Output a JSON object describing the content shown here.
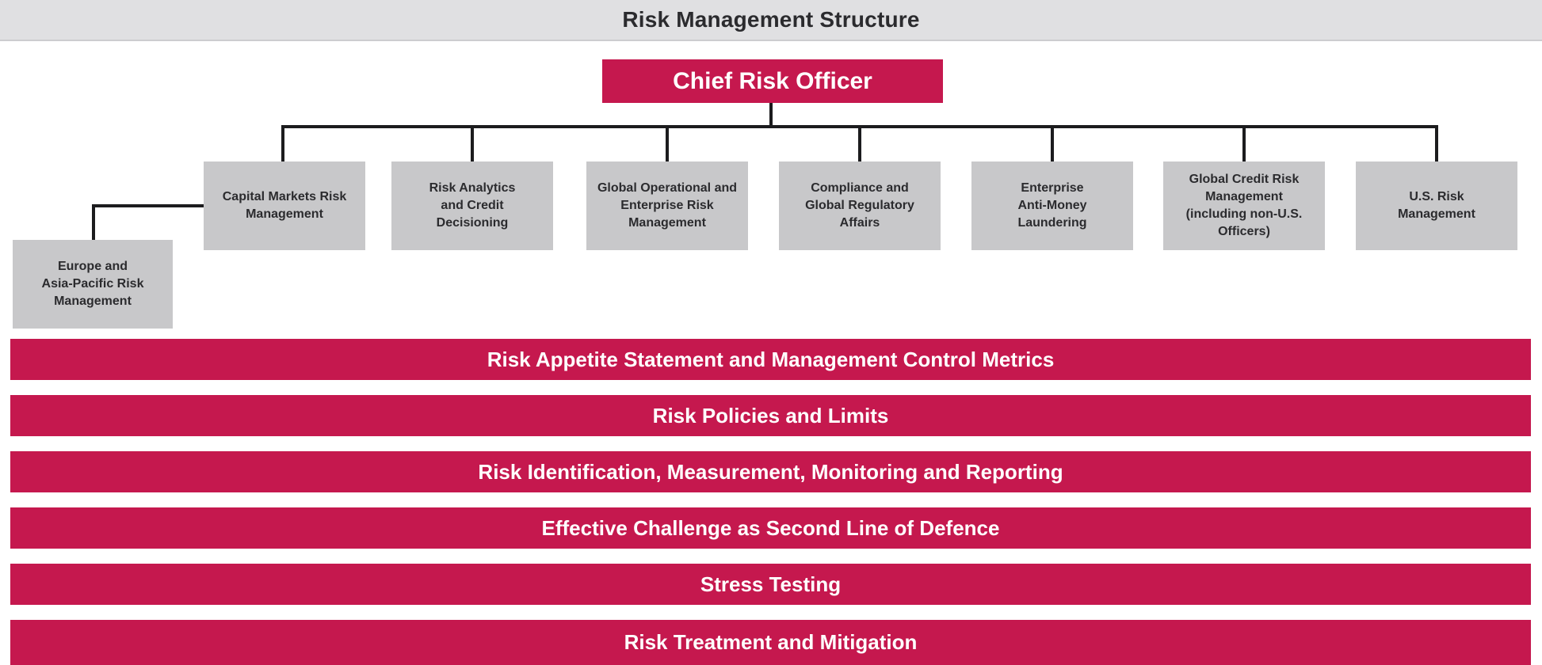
{
  "header": {
    "title": "Risk Management Structure"
  },
  "org_chart": {
    "root": {
      "label": "Chief Risk Officer"
    },
    "departments": [
      {
        "label": "Capital Markets Risk\nManagement"
      },
      {
        "label": "Risk Analytics\nand Credit\nDecisioning"
      },
      {
        "label": "Global Operational and\nEnterprise Risk\nManagement"
      },
      {
        "label": "Compliance and\nGlobal Regulatory\nAffairs"
      },
      {
        "label": "Enterprise\nAnti-Money\nLaundering"
      },
      {
        "label": "Global Credit Risk\nManagement\n(including non-U.S.\nOfficers)"
      },
      {
        "label": "U.S. Risk\nManagement"
      }
    ],
    "sub_department": {
      "label": "Europe and\nAsia-Pacific Risk\nManagement",
      "reports_to": "Capital Markets Risk Management"
    }
  },
  "process_bands": [
    {
      "label": "Risk Appetite Statement and Management Control Metrics"
    },
    {
      "label": "Risk Policies and Limits"
    },
    {
      "label": "Risk Identification, Measurement, Monitoring and Reporting"
    },
    {
      "label": "Effective Challenge as Second Line of Defence"
    },
    {
      "label": "Stress Testing"
    },
    {
      "label": "Risk Treatment and Mitigation"
    }
  ],
  "colors": {
    "accent_red": "#C5184E",
    "box_gray": "#C8C8CA",
    "header_gray": "#E0E0E2",
    "connector_black": "#1C1C1E",
    "text_dark": "#2B2B2E",
    "text_light": "#FFFFFF"
  }
}
